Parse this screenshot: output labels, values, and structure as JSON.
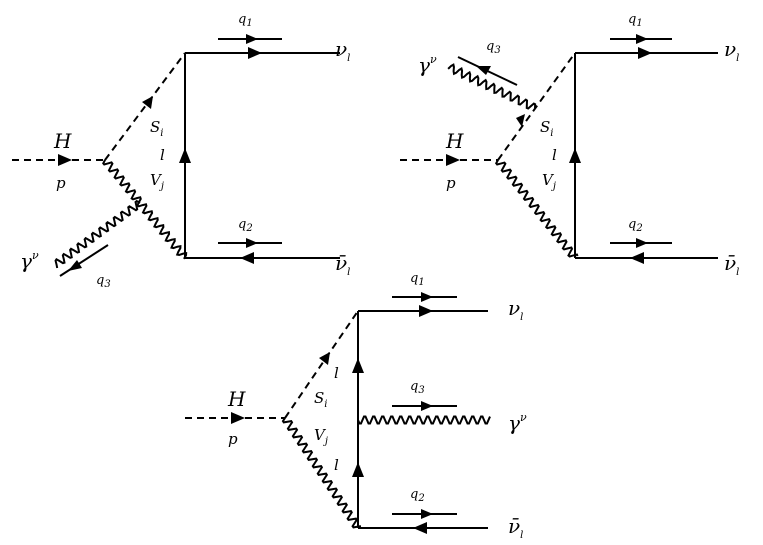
{
  "diagrams": [
    {
      "higgs": "H",
      "higgs_momentum": "p",
      "scalar": "S",
      "scalar_sub": "i",
      "lepton": "l",
      "vector": "V",
      "vector_sub": "j",
      "photon": "γ",
      "photon_sup": "ν",
      "photon_momentum_base": "q",
      "photon_momentum_sub": "3",
      "q1_base": "q",
      "q1_sub": "1",
      "q2_base": "q",
      "q2_sub": "2",
      "nu_base": "ν",
      "nu_sub": "l",
      "nubar_base": "ν̄",
      "nubar_sub": "l"
    },
    {
      "higgs": "H",
      "higgs_momentum": "p",
      "scalar": "S",
      "scalar_sub": "i",
      "lepton": "l",
      "vector": "V",
      "vector_sub": "j",
      "photon": "γ",
      "photon_sup": "ν",
      "photon_momentum_base": "q",
      "photon_momentum_sub": "3",
      "q1_base": "q",
      "q1_sub": "1",
      "q2_base": "q",
      "q2_sub": "2",
      "nu_base": "ν",
      "nu_sub": "l",
      "nubar_base": "ν̄",
      "nubar_sub": "l"
    },
    {
      "higgs": "H",
      "higgs_momentum": "p",
      "scalar": "S",
      "scalar_sub": "i",
      "lepton_top": "l",
      "lepton_bottom": "l",
      "vector": "V",
      "vector_sub": "j",
      "photon": "γ",
      "photon_sup": "ν",
      "photon_momentum_base": "q",
      "photon_momentum_sub": "3",
      "q1_base": "q",
      "q1_sub": "1",
      "q2_base": "q",
      "q2_sub": "2",
      "nu_base": "ν",
      "nu_sub": "l",
      "nubar_base": "ν̄",
      "nubar_sub": "l"
    }
  ]
}
